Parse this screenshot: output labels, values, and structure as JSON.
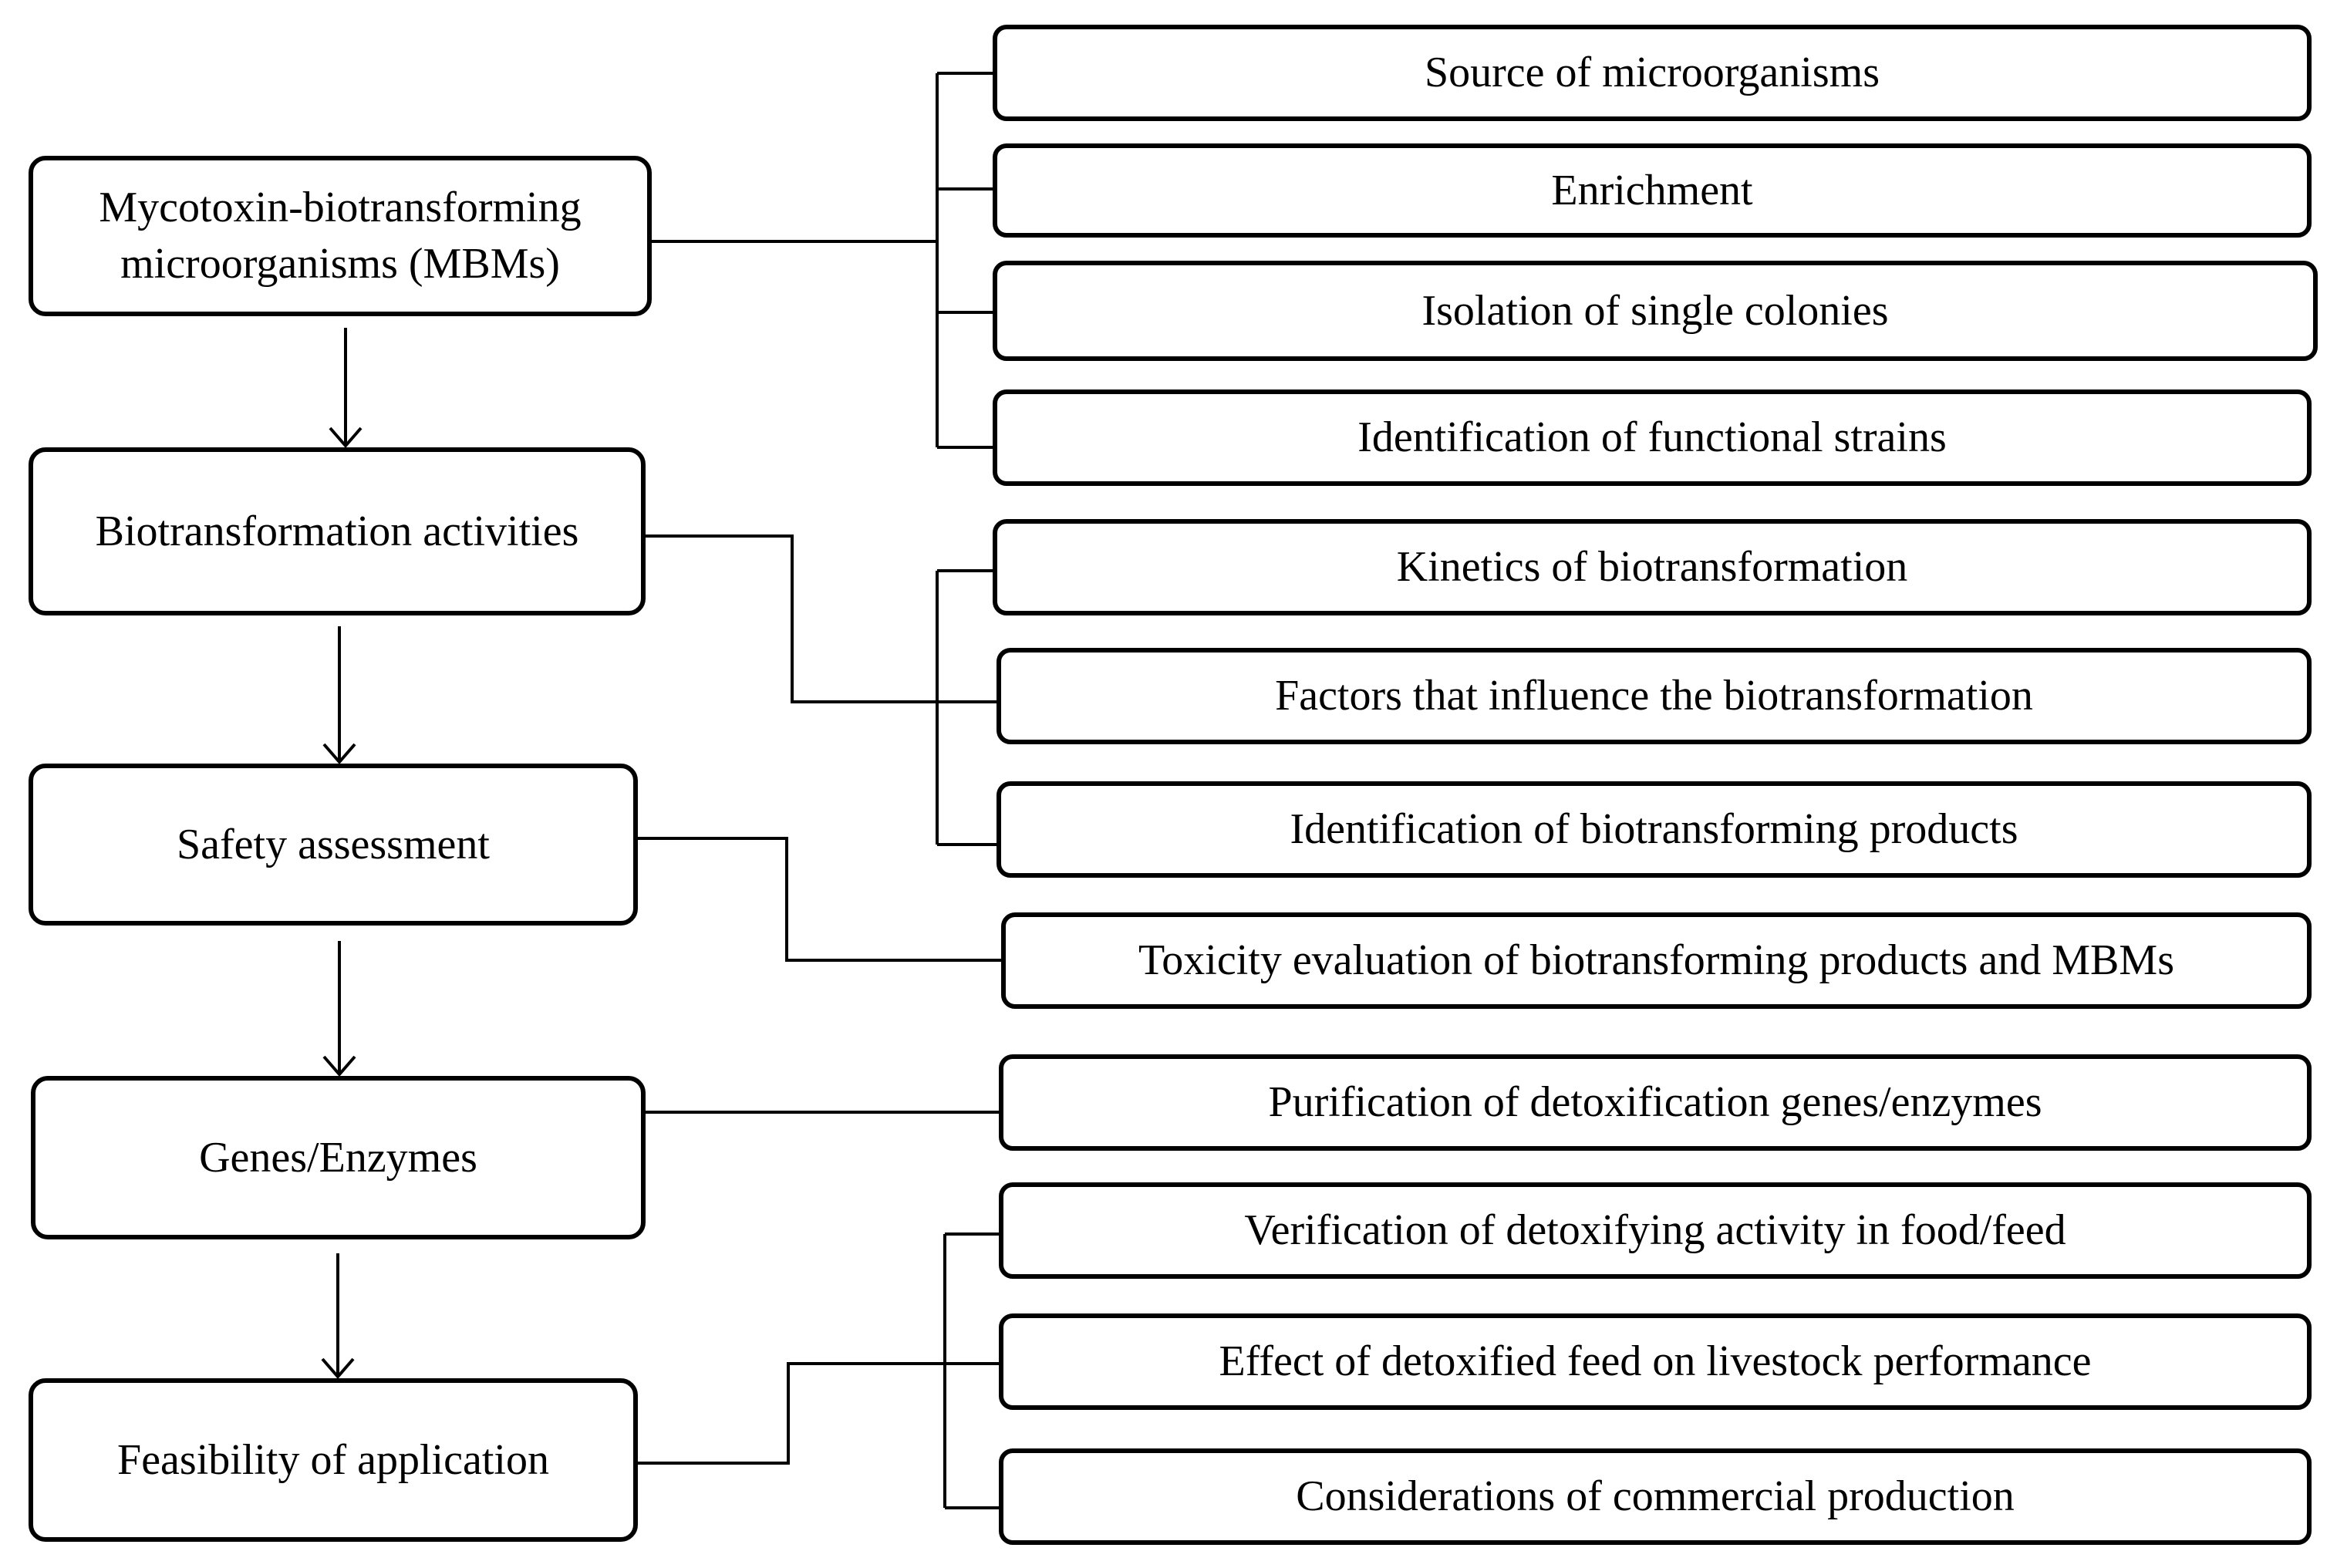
{
  "stages": [
    {
      "id": "mbms",
      "line1": "Mycotoxin-biotransforming",
      "line2": "microorganisms (MBMs)"
    },
    {
      "id": "biotransformation",
      "label": "Biotransformation activities"
    },
    {
      "id": "safety",
      "label": "Safety assessment"
    },
    {
      "id": "genes",
      "label": "Genes/Enzymes"
    },
    {
      "id": "feasibility",
      "label": "Feasibility of application"
    }
  ],
  "details": [
    {
      "id": "source",
      "label": "Source of microorganisms"
    },
    {
      "id": "enrichment",
      "label": "Enrichment"
    },
    {
      "id": "isolation",
      "label": "Isolation of single colonies"
    },
    {
      "id": "identification-strains",
      "label": "Identification of functional strains"
    },
    {
      "id": "kinetics",
      "label": "Kinetics of biotransformation"
    },
    {
      "id": "factors",
      "label": "Factors that influence the biotransformation"
    },
    {
      "id": "identification-products",
      "label": "Identification of biotransforming products"
    },
    {
      "id": "toxicity",
      "label": "Toxicity evaluation of biotransforming products and MBMs"
    },
    {
      "id": "purification",
      "label": "Purification of detoxification genes/enzymes"
    },
    {
      "id": "verification",
      "label": "Verification of detoxifying activity in food/feed"
    },
    {
      "id": "livestock",
      "label": "Effect of detoxified feed on livestock performance"
    },
    {
      "id": "commercial",
      "label": "Considerations of commercial production"
    }
  ],
  "colors": {
    "stroke": "#000000",
    "background": "#ffffff"
  }
}
